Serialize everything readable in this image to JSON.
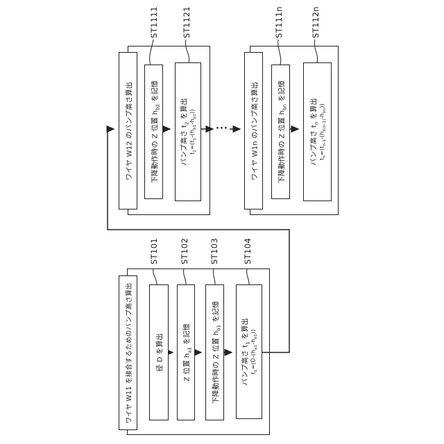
{
  "diagram": {
    "dots": "···",
    "groups": [
      {
        "id": "w11",
        "header": "ワイヤ W11 を接合するためのバンプ高さ算出",
        "steps": [
          {
            "label": "ST101",
            "line1": [
              [
                "t",
                "径 D を算出"
              ]
            ]
          },
          {
            "label": "ST102",
            "line1": [
              [
                "t",
                "Z 位置 h"
              ],
              [
                "s",
                "a1"
              ],
              [
                "t",
                " を記憶"
              ]
            ]
          },
          {
            "label": "ST103",
            "line1": [
              [
                "t",
                "下降動作時の Z 位置 h"
              ],
              [
                "s",
                "b1"
              ],
              [
                "t",
                " を記憶"
              ]
            ]
          },
          {
            "label": "ST104",
            "line1": [
              [
                "t",
                "バンプ高さ t"
              ],
              [
                "s",
                "1"
              ],
              [
                "t",
                " を算出"
              ]
            ],
            "line2": [
              [
                "t",
                "t"
              ],
              [
                "s",
                "1"
              ],
              [
                "t",
                "=(D-(h"
              ],
              [
                "s",
                "a1"
              ],
              [
                "t",
                "-h"
              ],
              [
                "s",
                "b1"
              ],
              [
                "t",
                "))"
              ]
            ]
          }
        ]
      },
      {
        "id": "w12",
        "header": "ワイヤ W12 のバンプ高さ算出",
        "steps": [
          {
            "label": "ST1111",
            "line1": [
              [
                "t",
                "下降動作時の Z 位置 h"
              ],
              [
                "s",
                "b2"
              ],
              [
                "t",
                " を記憶"
              ]
            ]
          },
          {
            "label": "ST1121",
            "line1": [
              [
                "t",
                "バンプ高さ t"
              ],
              [
                "s",
                "2"
              ],
              [
                "t",
                " を算出"
              ]
            ],
            "line2": [
              [
                "t",
                "t"
              ],
              [
                "s",
                "2"
              ],
              [
                "t",
                "=(t"
              ],
              [
                "s",
                "1"
              ],
              [
                "t",
                "-(h"
              ],
              [
                "s",
                "b1"
              ],
              [
                "t",
                "-h"
              ],
              [
                "s",
                "b2"
              ],
              [
                "t",
                "))"
              ]
            ]
          }
        ]
      },
      {
        "id": "w1n",
        "header": "ワイヤ W1n のバンプ高さ算出",
        "steps": [
          {
            "label": "ST111n",
            "line1": [
              [
                "t",
                "下降動作時の Z 位置 h"
              ],
              [
                "s",
                "bn"
              ],
              [
                "t",
                " を記憶"
              ]
            ]
          },
          {
            "label": "ST112n",
            "line1": [
              [
                "t",
                "バンプ高さ t"
              ],
              [
                "s",
                "n"
              ],
              [
                "t",
                " を算出"
              ]
            ],
            "line2": [
              [
                "t",
                "t"
              ],
              [
                "s",
                "n"
              ],
              [
                "t",
                "=(t"
              ],
              [
                "s",
                "n-1"
              ],
              [
                "t",
                "-(h"
              ],
              [
                "s",
                "b(n-1)"
              ],
              [
                "t",
                "-h"
              ],
              [
                "s",
                "bn"
              ],
              [
                "t",
                "))"
              ]
            ]
          }
        ]
      }
    ]
  }
}
